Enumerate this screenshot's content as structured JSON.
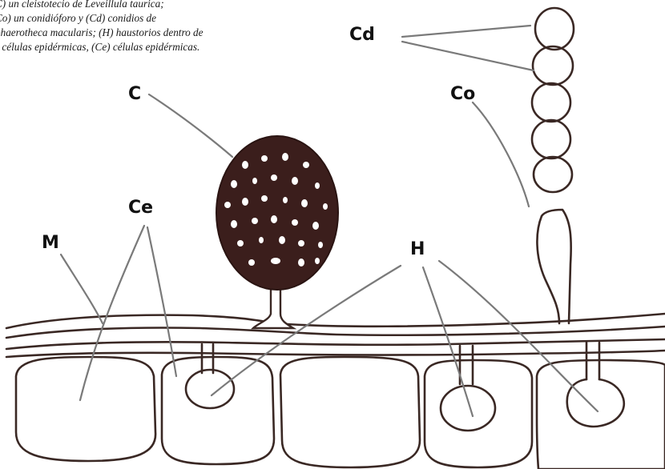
{
  "caption": {
    "line1": "",
    "line2": "C) un cleistotecio de Leveillula taurica;",
    "line3": "Co) un conidióforo y (Cd) conidios de",
    "line4": "phaerotheca macularis; (H) haustorios dentro de",
    "line5": "s células epidérmicas, (Ce) células epidérmicas."
  },
  "labels": {
    "cd": "Cd",
    "co": "Co",
    "c": "C",
    "ce": "Ce",
    "m": "M",
    "h": "H"
  },
  "colors": {
    "ink": "#3a2824",
    "cleistothecium": "#3b1e1c",
    "leader": "#7a7a7a"
  }
}
